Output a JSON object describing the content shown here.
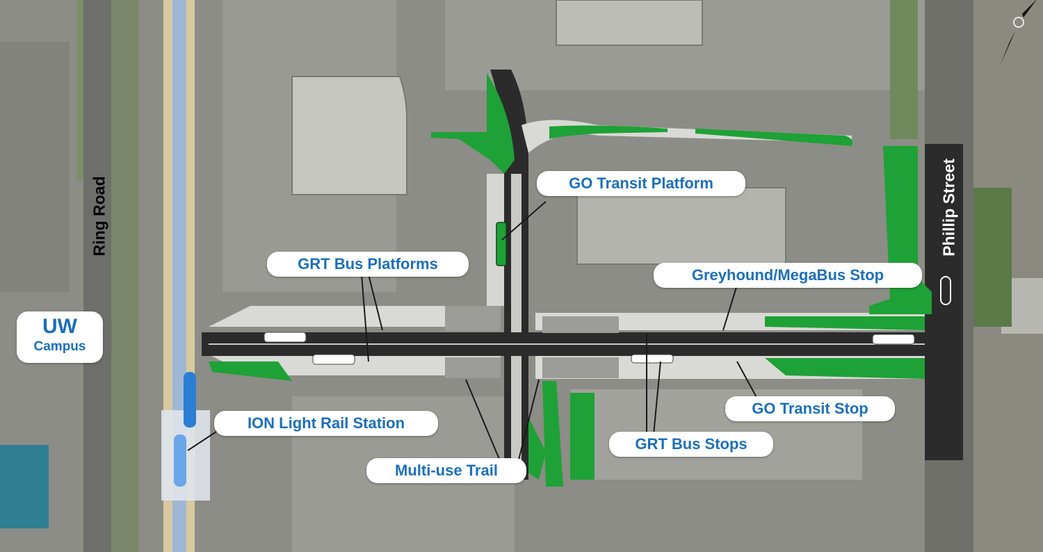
{
  "map": {
    "labels": {
      "go_transit_platform": "GO Transit Platform",
      "grt_bus_platforms": "GRT Bus Platforms",
      "greyhound_megabus_stop": "Greyhound/MegaBus Stop",
      "ion_light_rail_station": "ION Light Rail Station",
      "go_transit_stop": "GO Transit Stop",
      "grt_bus_stops": "GRT Bus Stops",
      "multi_use_trail": "Multi-use Trail",
      "uw_title": "UW",
      "uw_subtitle": "Campus",
      "ring_road": "Ring Road",
      "phillip_street": "Phillip Street"
    },
    "colors": {
      "road": "#2b2b2b",
      "green_space": "#1ea136",
      "platform": "#d9d9d6",
      "callout_text": "#1d6fb8",
      "lrt_platform": "#2a7fd4",
      "rail_corridor": "#d9c9a0"
    },
    "icons": {
      "north_arrow": "north-arrow-icon"
    }
  }
}
